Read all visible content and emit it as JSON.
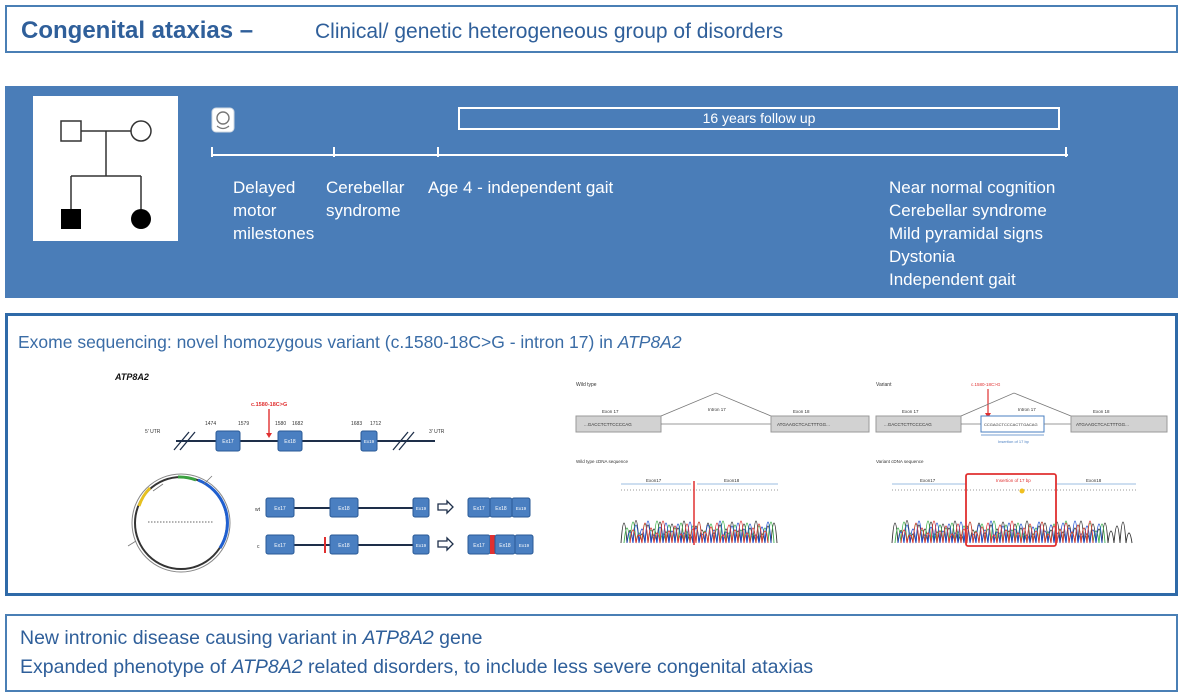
{
  "title": {
    "bold": "Congenital ataxias –",
    "rest": "Clinical/ genetic heterogeneous group of disorders"
  },
  "timeline": {
    "followup_label": "16 years follow up",
    "stage1": [
      "Delayed",
      "motor",
      "milestones"
    ],
    "stage2": [
      "Cerebellar",
      "syndrome"
    ],
    "stage3": "Age 4 - independent gait",
    "stage4": [
      "Near normal cognition",
      "Cerebellar syndrome",
      "Mild pyramidal signs",
      "Dystonia",
      "Independent gait"
    ]
  },
  "exome": {
    "title_prefix": "Exome sequencing: novel homozygous variant (c.1580-18C>G - intron 17) in",
    "gene": "ATP8A2",
    "gene_diagram": {
      "gene_label": "ATP8A2",
      "variant_label": "c.1580-18C>G",
      "utr5": "5' UTR",
      "utr3": "3' UTR",
      "positions": [
        "1474",
        "1579",
        "1580",
        "1682",
        "1683",
        "1712"
      ],
      "exons": [
        "Ex17",
        "Ex18",
        "Ex19"
      ]
    },
    "minigene": {
      "wt_label": "wt",
      "mut_label": "c",
      "exons": [
        "Ex17",
        "Ex18",
        "Ex19"
      ]
    },
    "wildtype": {
      "label": "Wild type",
      "exon17": "Exon 17",
      "intron17": "Intron 17",
      "exon18": "Exon 18",
      "seq_left": "...GACCTCTTCCCCAG",
      "seq_right": "ATGAAGCTCACTTTGG...",
      "cdna_label": "Wild type cDNA sequence",
      "trace_ex17": "Exon17",
      "trace_ex18": "Exon18"
    },
    "variant": {
      "label": "Variant",
      "variant_label": "c.1580-18C>G",
      "exon17": "Exon 17",
      "intron17": "Intron 17",
      "exon18": "Exon 18",
      "seq_left": "...GACCTCTTCCCCAG",
      "seq_mid": "CCGAGCTCCCACTTGACAG",
      "seq_right": "ATGAAGCTCACTTTGG...",
      "insertion": "Insertion of 17 bp",
      "cdna_label": "Variant cDNA sequence",
      "trace_ex17": "Exon17",
      "trace_ins": "Insertion of 17 bp",
      "trace_ex18": "Exon18"
    }
  },
  "conclusion": {
    "line1_prefix": "New intronic disease causing variant in",
    "line1_gene": "ATP8A2",
    "line1_suffix": "gene",
    "line2_prefix": "Expanded phenotype of",
    "line2_gene": "ATP8A2",
    "line2_suffix": "related disorders, to include less severe congenital ataxias"
  },
  "colors": {
    "brand_blue": "#2f5f9a",
    "panel_blue": "#4a7db8",
    "exon_blue": "#4a7fc1",
    "variant_red": "#e03030"
  }
}
